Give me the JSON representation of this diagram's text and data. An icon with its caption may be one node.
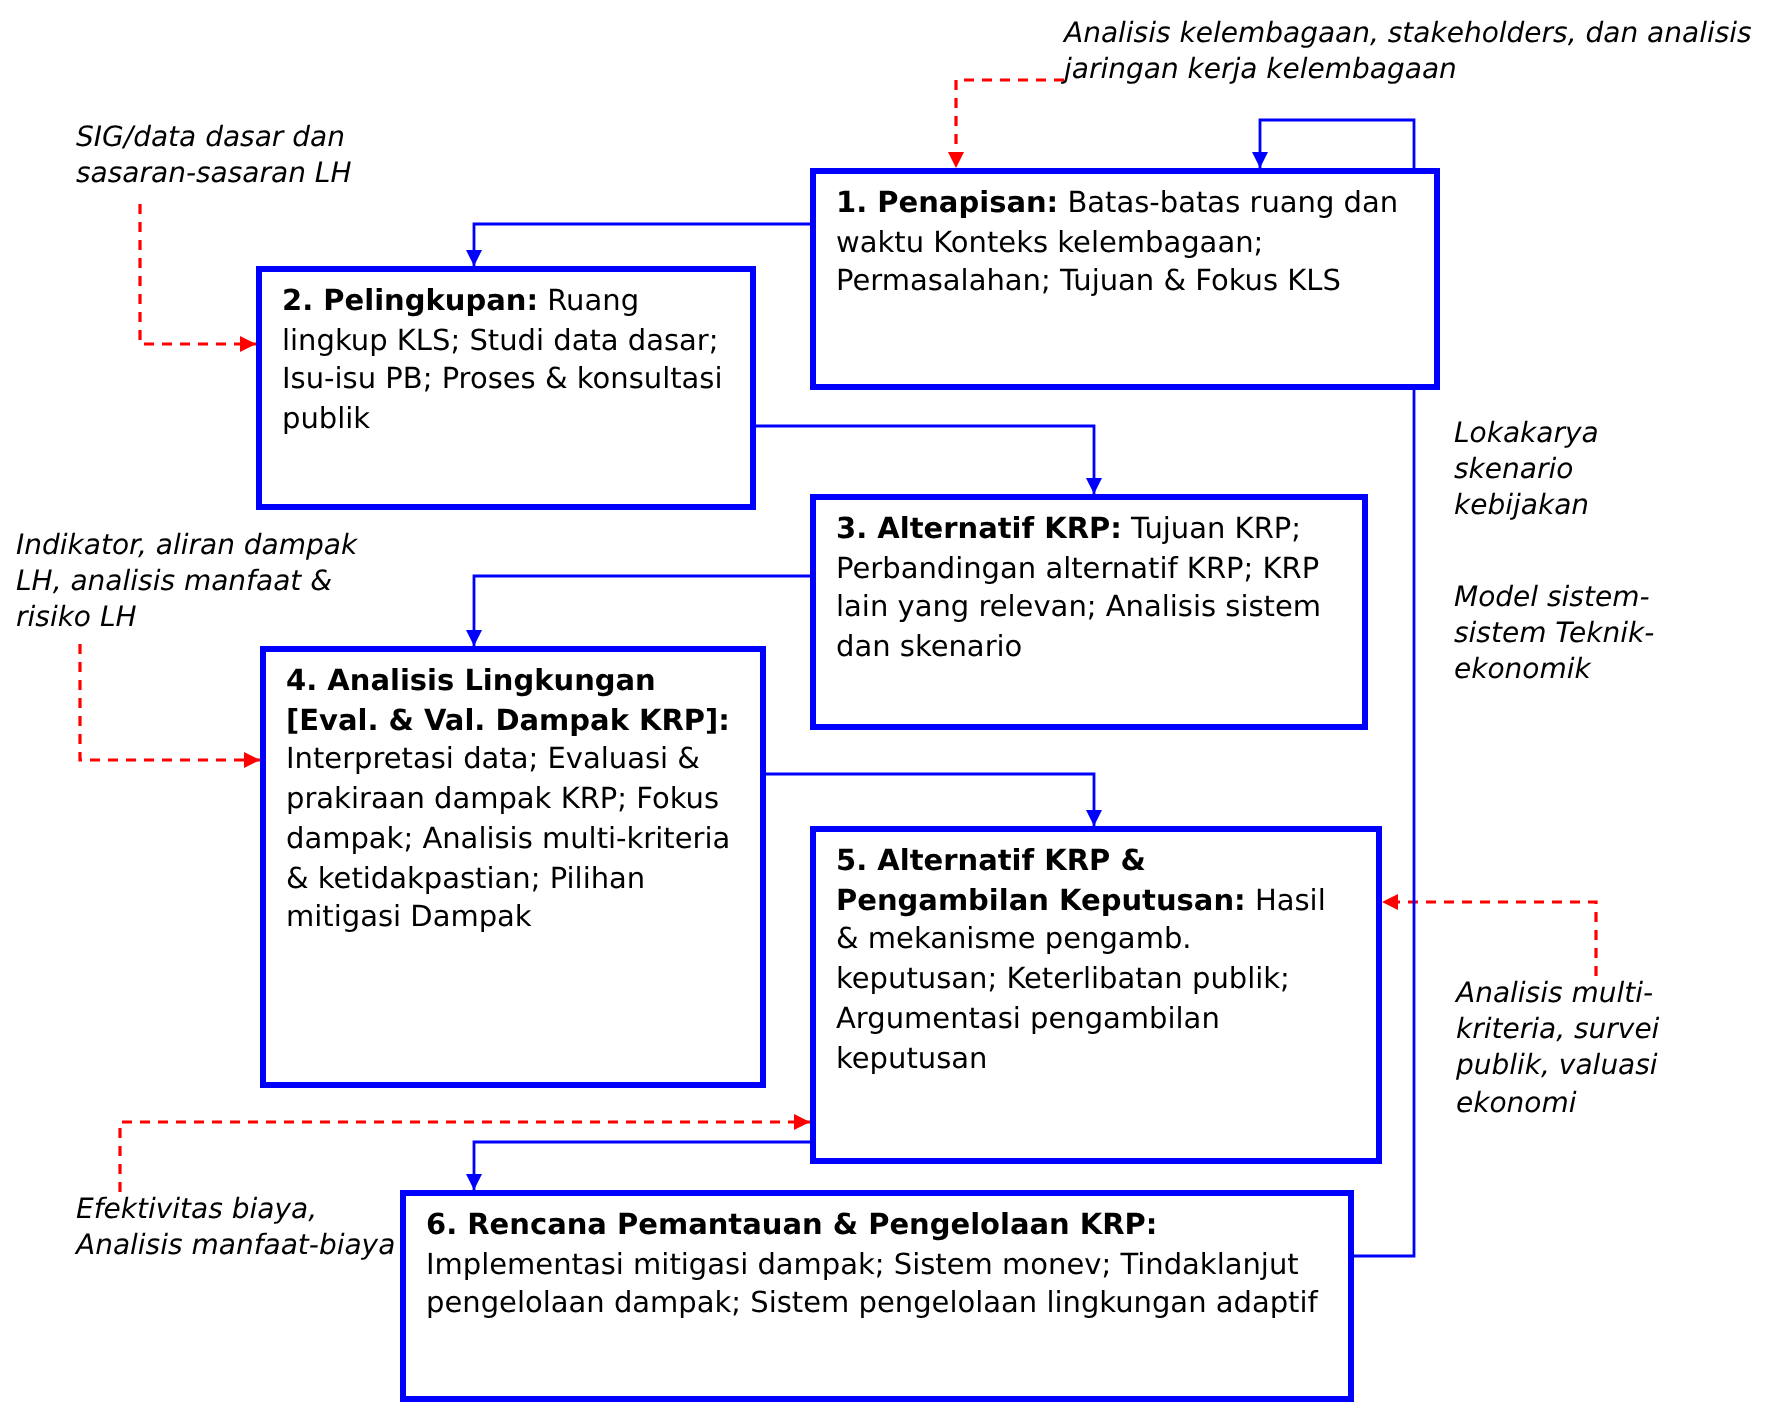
{
  "diagram": {
    "nodes": [
      {
        "text": [
          "Analisis kelembagaan, stakeholders, dan analisis jaringan kerja kelembagaan"
        ]
      },
      {
        "text": [
          "SIG/data dasar dan sasaran-sasaran LH"
        ]
      },
      {
        "text": [
          "**1. Penapisan:** Batas-batas ruang dan waktu Konteks kelembagaan; Permasalahan; Tujuan & Fokus KLS"
        ]
      },
      {
        "text": [
          "**2. Pelingkupan:** Ruang lingkup KLS; Studi data dasar; Isu-isu PB; Proses & konsultasi publik"
        ]
      },
      {
        "text": [
          "**3. Alternatif KRP:** Tujuan KRP; Perbandingan alternatif KRP; KRP lain yang relevan; Analisis sistem dan skenario"
        ]
      },
      {
        "text": [
          "Indikator, aliran dampak LH, analisis manfaat & risiko LH"
        ]
      },
      {
        "text": [
          "**4. Analisis Lingkungan [Eval. & Val. Dampak KRP]:** Interpretasi data; Evaluasi & prakiraan dampak KRP; Fokus dampak; Analisis multi-kriteria & ketidakpastian; Pilihan mitigasi Dampak"
        ]
      },
      {
        "text": [
          "**5. Alternatif KRP & Pengambilan Keputusan:** Hasil & mekanisme pengamb. keputusan; Keterlibatan publik; Argumentasi pengambilan keputusan"
        ]
      },
      {
        "text": [
          "Analisis multi-kriteria, survei publik, valuasi ekonomi"
        ]
      },
      {
        "text": [
          "6. Rencana Pemantauan & Pengelolaan KRP:",
          "Implementasi mitigasi dampak; Sistem monev; Tindaklanjut pengelolaan dampak; Sistem pengelolaan lingkungan adaptif"
        ]
      },
      {
        "text": [
          "Efektivitas biaya, Analisis manfaat-biaya"
        ]
      }
    ],
    "edges": [
      {
        "from": 0,
        "to": 2,
        "arrow": "to",
        "style": "dashed",
        "color": "#ff0000"
      },
      {
        "from": 1,
        "to": 3,
        "arrow": "to",
        "style": "dashed",
        "color": "#ff0000"
      },
      {
        "from": 2,
        "to": 3,
        "arrow": "to"
      },
      {
        "from": 3,
        "to": 4,
        "arrow": "to"
      },
      {
        "from": 4,
        "to": 6,
        "arrow": "to"
      },
      {
        "from": 5,
        "to": 6,
        "arrow": "to",
        "style": "dashed",
        "color": "#ff0000"
      },
      {
        "from": 6,
        "to": 7,
        "arrow": "to"
      },
      {
        "from": 8,
        "to": 7,
        "arrow": "to",
        "style": "dashed",
        "color": "#ff0000"
      },
      {
        "from": 7,
        "to": 9,
        "arrow": "to"
      },
      {
        "from": 10,
        "to": 7,
        "arrow": "to",
        "style": "dashed",
        "color": "#ff0000"
      },
      {
        "from": 9,
        "to": 2,
        "arrow": "to"
      }
    ],
    "labels": [
      "Lokakarya skenario kebijakan",
      "Model sistem-sistem Teknik-ekonomik"
    ]
  }
}
